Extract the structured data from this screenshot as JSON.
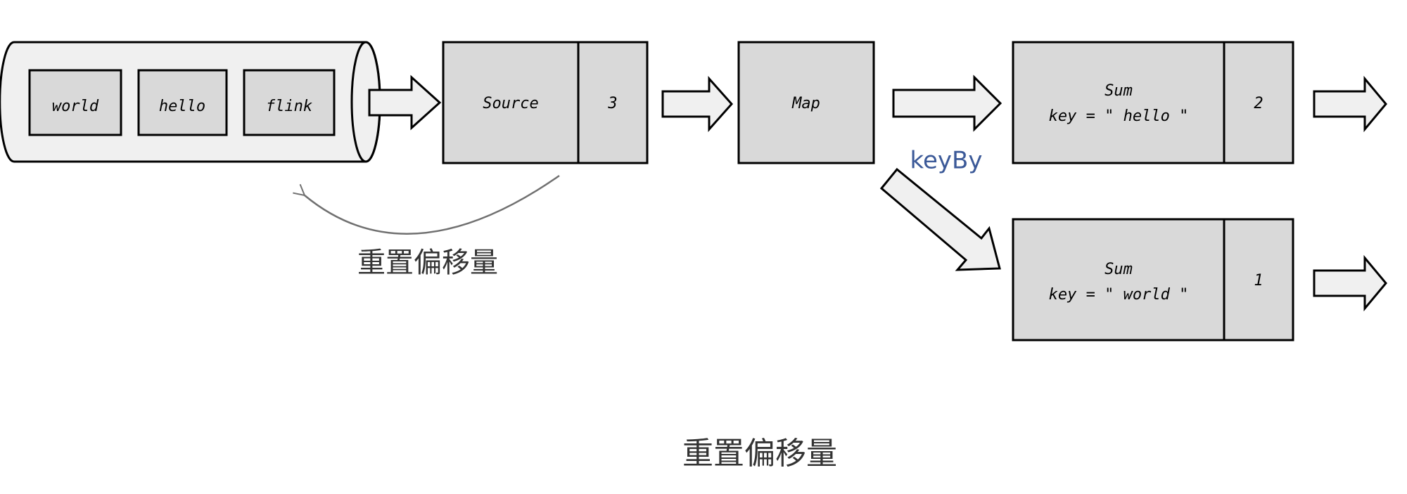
{
  "queue": {
    "items": [
      "world",
      "hello",
      "flink"
    ]
  },
  "source": {
    "label": "Source",
    "offset": "3"
  },
  "map": {
    "label": "Map"
  },
  "sum_hello": {
    "title": "Sum",
    "key": "key = \" hello \"",
    "count": "2"
  },
  "sum_world": {
    "title": "Sum",
    "key": "key = \" world \"",
    "count": "1"
  },
  "edge_label": "keyBy",
  "reset_label": "重置偏移量",
  "caption": "重置偏移量",
  "colors": {
    "box_fill": "#d9d9d9",
    "queue_fill": "#f0f0f0",
    "arrow_fill": "#f0f0f0",
    "stroke": "#000000",
    "keyby_text": "#3b5998",
    "curve": "#707070",
    "caption_text": "#333333"
  }
}
